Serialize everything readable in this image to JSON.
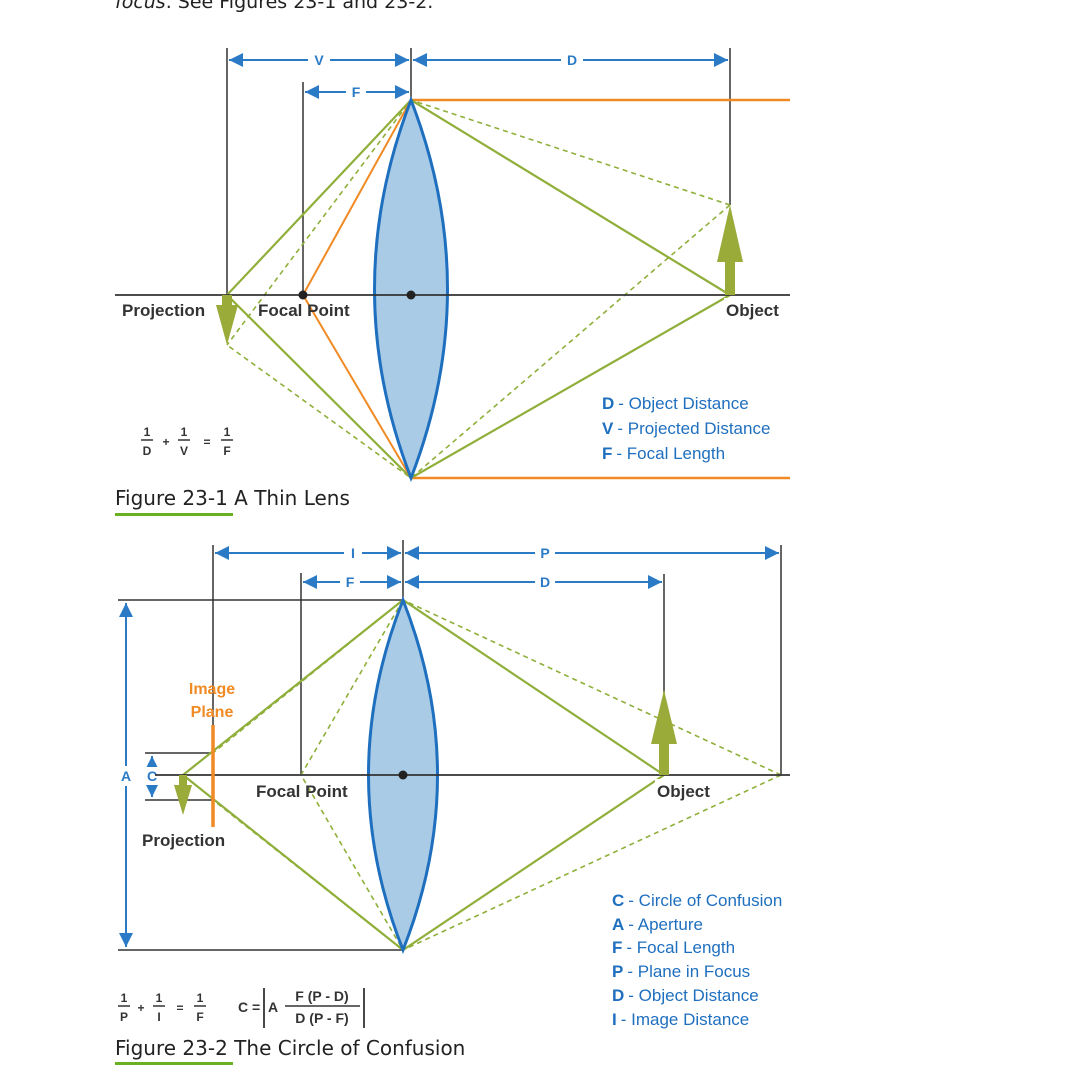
{
  "intro": {
    "emph": "focus",
    "rest": ". See Figures 23-1 and 23-2."
  },
  "figure1": {
    "caption": "Figure 23-1 A Thin Lens",
    "dims": {
      "v": "V",
      "f": "F",
      "d": "D"
    },
    "labels": {
      "projection": "Projection",
      "focal_point": "Focal Point",
      "object": "Object"
    },
    "legend": [
      {
        "key": "D",
        "text": "- Object Distance"
      },
      {
        "key": "V",
        "text": "- Projected Distance"
      },
      {
        "key": "F",
        "text": "- Focal Length"
      }
    ],
    "formula": {
      "one": "1",
      "d": "D",
      "v": "V",
      "f": "F",
      "plus": "+",
      "eq": "="
    }
  },
  "figure2": {
    "caption": "Figure 23-2 The Circle of Confusion",
    "dims": {
      "i": "I",
      "f": "F",
      "p": "P",
      "d": "D",
      "a": "A",
      "c": "C"
    },
    "labels": {
      "image": "Image",
      "plane": "Plane",
      "projection": "Projection",
      "focal_point": "Focal Point",
      "object": "Object"
    },
    "legend": [
      {
        "key": "C",
        "text": "- Circle of Confusion"
      },
      {
        "key": "A",
        "text": "- Aperture"
      },
      {
        "key": "F",
        "text": "- Focal Length"
      },
      {
        "key": "P",
        "text": "- Plane in Focus"
      },
      {
        "key": "D",
        "text": "- Object Distance"
      },
      {
        "key": "I",
        "text": "- Image Distance"
      }
    ],
    "formula": {
      "one": "1",
      "p": "P",
      "i": "I",
      "f": "F",
      "plus": "+",
      "eq": "=",
      "c_eq": "C =",
      "a": "A",
      "num": "F (P - D)",
      "den": "D (P - F)"
    }
  },
  "colors": {
    "lens_fill": "#a9cbe6",
    "lens_stroke": "#1f6fbf",
    "green": "#8faf3a",
    "orange": "#f08a24",
    "dim_blue": "#2a7ac6",
    "axis": "#333333",
    "underline": "#6ab023"
  }
}
